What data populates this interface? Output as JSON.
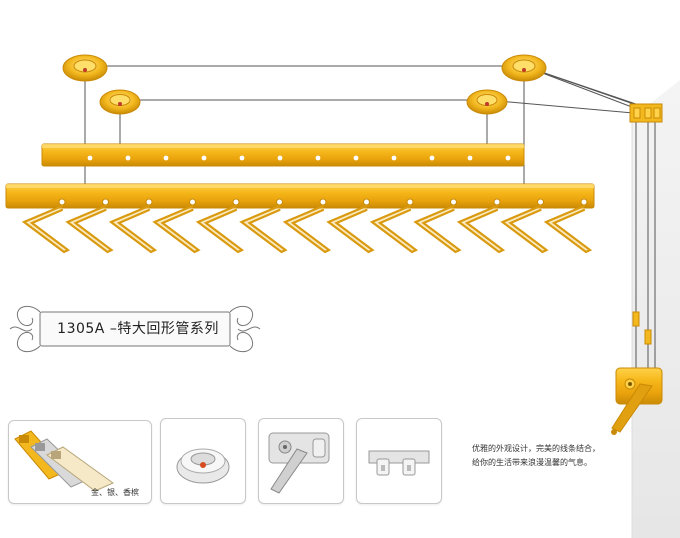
{
  "product": {
    "title": "1305A –特大回形管系列",
    "finish_caption": "金、银、香槟",
    "description": [
      "优雅的外观设计，完美的线条结合，",
      "给你的生活带来浪漫温馨的气息。"
    ]
  },
  "colors": {
    "gold": "#f3b81e",
    "gold_dark": "#c98a06",
    "wall": "#ececec",
    "floor": "#ffffff"
  },
  "icons": {
    "rail_profiles": "rail-profile-icon",
    "pulley": "pulley-icon",
    "crank": "crank-handle-icon",
    "clip": "wall-clip-icon"
  }
}
